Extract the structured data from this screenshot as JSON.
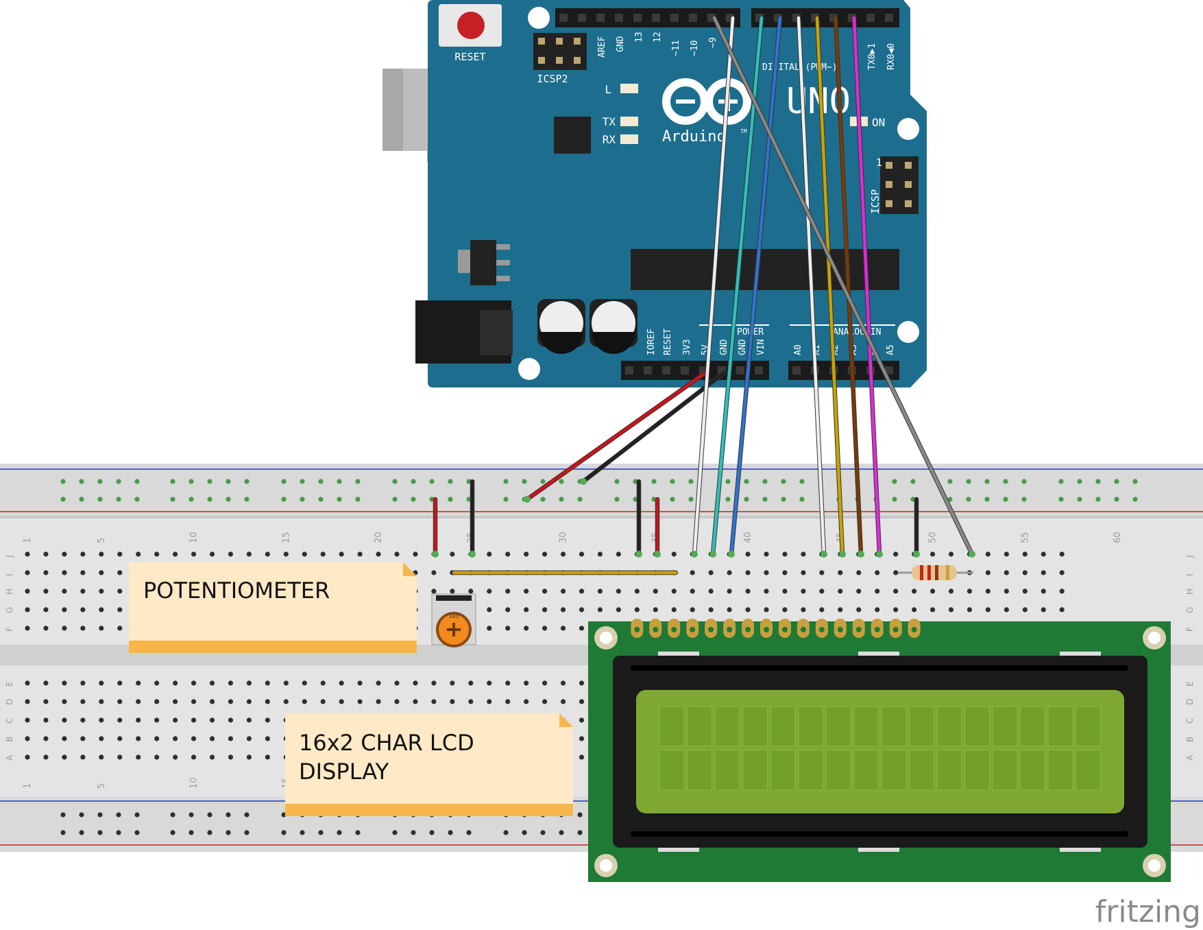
{
  "arduino": {
    "reset_label": "RESET",
    "icsp2_label": "ICSP2",
    "icsp_label": "ICSP",
    "icsp_pin1": "1",
    "led_l": "L",
    "led_tx": "TX",
    "led_rx": "RX",
    "on_label": "ON",
    "brand": "Arduino",
    "tm": "TM",
    "uno_text": "UNO",
    "digital_label": "DIGITAL (PWM~)",
    "power_label": "POWER",
    "analog_label": "ANALOG IN",
    "top_pins": [
      "AREF",
      "GND",
      "13",
      "12",
      "~11",
      "~10",
      "~9"
    ],
    "tx_pin": "TX0▶1",
    "rx_pin": "RX0◀0",
    "power_pins": [
      "IOREF",
      "RESET",
      "3V3",
      "5V",
      "GND",
      "GND",
      "VIN"
    ],
    "analog_pins": [
      "A0",
      "A1",
      "A2",
      "A3",
      "A4",
      "A5"
    ]
  },
  "breadboard": {
    "column_numbers": [
      "1",
      "5",
      "10",
      "15",
      "20",
      "25",
      "30",
      "35",
      "40",
      "45",
      "50",
      "55",
      "60"
    ],
    "row_letters_top": [
      "J",
      "I",
      "H",
      "G",
      "F"
    ],
    "row_letters_bottom": [
      "E",
      "D",
      "C",
      "B",
      "A"
    ]
  },
  "notes": {
    "potentiometer": "POTENTIOMETER",
    "lcd_line1": "16x2 CHAR LCD",
    "lcd_line2": "DISPLAY"
  },
  "pot_value": "103",
  "watermark": "fritzing",
  "colors": {
    "board_teal": "#1d6e8e",
    "lcd_pcb": "#1e7a35",
    "lcd_screen": "#7ea832",
    "note_fill": "#ffe9c6",
    "note_bar": "#f6b64c",
    "wire_red": "#c8141a",
    "wire_black": "#222222",
    "wire_white": "#eeeeee",
    "wire_cyan": "#2fc0b8",
    "wire_blue": "#2f73d0",
    "wire_yellow": "#c8a400",
    "wire_brown": "#7a3a05",
    "wire_magenta": "#e02ad8",
    "wire_gray": "#888888"
  }
}
